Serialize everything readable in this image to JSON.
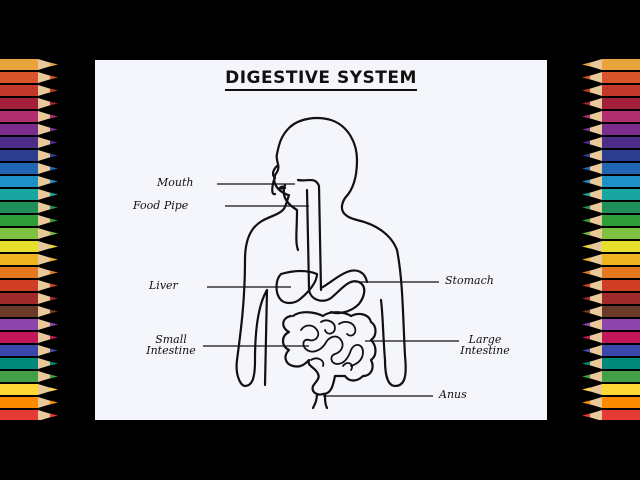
{
  "diagram": {
    "title": "DIGESTIVE SYSTEM",
    "labels": {
      "mouth": "Mouth",
      "food_pipe": "Food Pipe",
      "liver": "Liver",
      "stomach": "Stomach",
      "small_intestine_1": "Small",
      "small_intestine_2": "Intestine",
      "large_intestine_1": "Large",
      "large_intestine_2": "Intestine",
      "anus": "Anus"
    }
  },
  "decor": {
    "pencil_colors": [
      "#e8a33d",
      "#d9542b",
      "#c0392b",
      "#a3203a",
      "#b12f6e",
      "#7b2d8e",
      "#4b2c86",
      "#2c3e8f",
      "#2266b5",
      "#1e90c8",
      "#1aa6a0",
      "#1e8f5a",
      "#2d9e3a",
      "#7fc241",
      "#e6df2c",
      "#f0b422",
      "#e5771e",
      "#cf3d22",
      "#9e2a2b",
      "#6b3b2a",
      "#8e44ad",
      "#c2185b",
      "#3949ab",
      "#00897b",
      "#43a047",
      "#fdd835",
      "#fb8c00",
      "#e53935"
    ]
  }
}
